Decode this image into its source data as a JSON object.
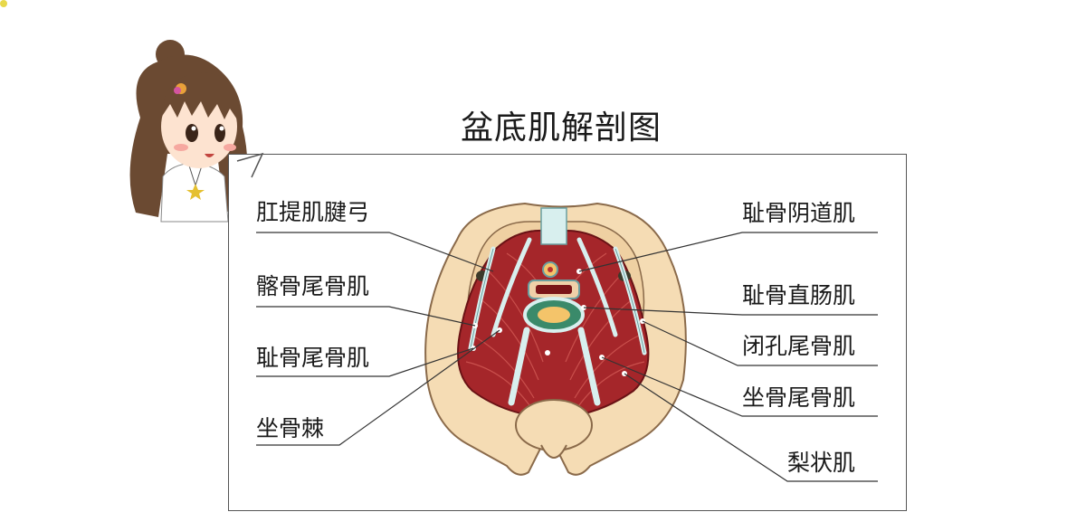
{
  "title": "盆底肌解剖图",
  "labels": {
    "left": [
      "肛提肌腱弓",
      "髂骨尾骨肌",
      "耻骨尾骨肌",
      "坐骨棘"
    ],
    "right": [
      "耻骨阴道肌",
      "耻骨直肠肌",
      "闭孔尾骨肌",
      "坐骨尾骨肌",
      "梨状肌"
    ]
  },
  "colors": {
    "bone": "#f5dcb4",
    "bone_outline": "#8a6a4a",
    "muscle": "#a5262a",
    "muscle_dark": "#7a1518",
    "ligament": "#d8efee",
    "leader_line": "#333333"
  },
  "icons": [
    "girl-mascot-illustration",
    "pelvis-anatomy-illustration"
  ]
}
